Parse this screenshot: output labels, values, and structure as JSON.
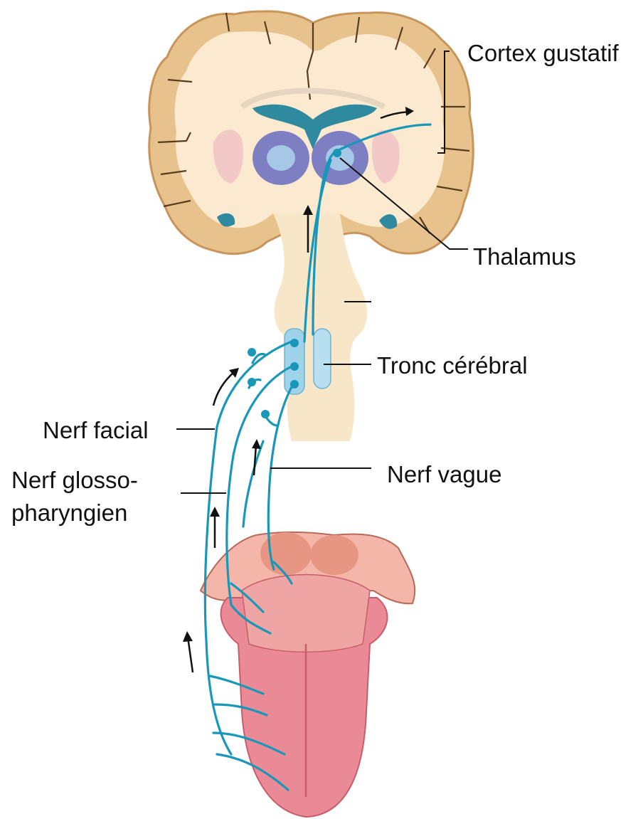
{
  "labels": {
    "cortex": "Cortex gustatif",
    "thalamus": "Thalamus",
    "tronc": "Tronc cérébral",
    "facial": "Nerf facial",
    "glosso_line1": "Nerf glosso-",
    "glosso_line2": "pharyngien",
    "vague": "Nerf vague"
  },
  "colors": {
    "brain_gray_matter": "#e8c28c",
    "brain_white_matter": "#fbead0",
    "brainstem": "#f8e6c8",
    "ventricle": "#2f8aa0",
    "thalamus": "#7d7fc2",
    "nucleus": "#9fd3ea",
    "nerve": "#1897b8",
    "tongue": "#e98a96",
    "tongue_dark": "#c95c6a",
    "papillae": "#f0a5a5",
    "pharynx": "#f3b6a8"
  }
}
